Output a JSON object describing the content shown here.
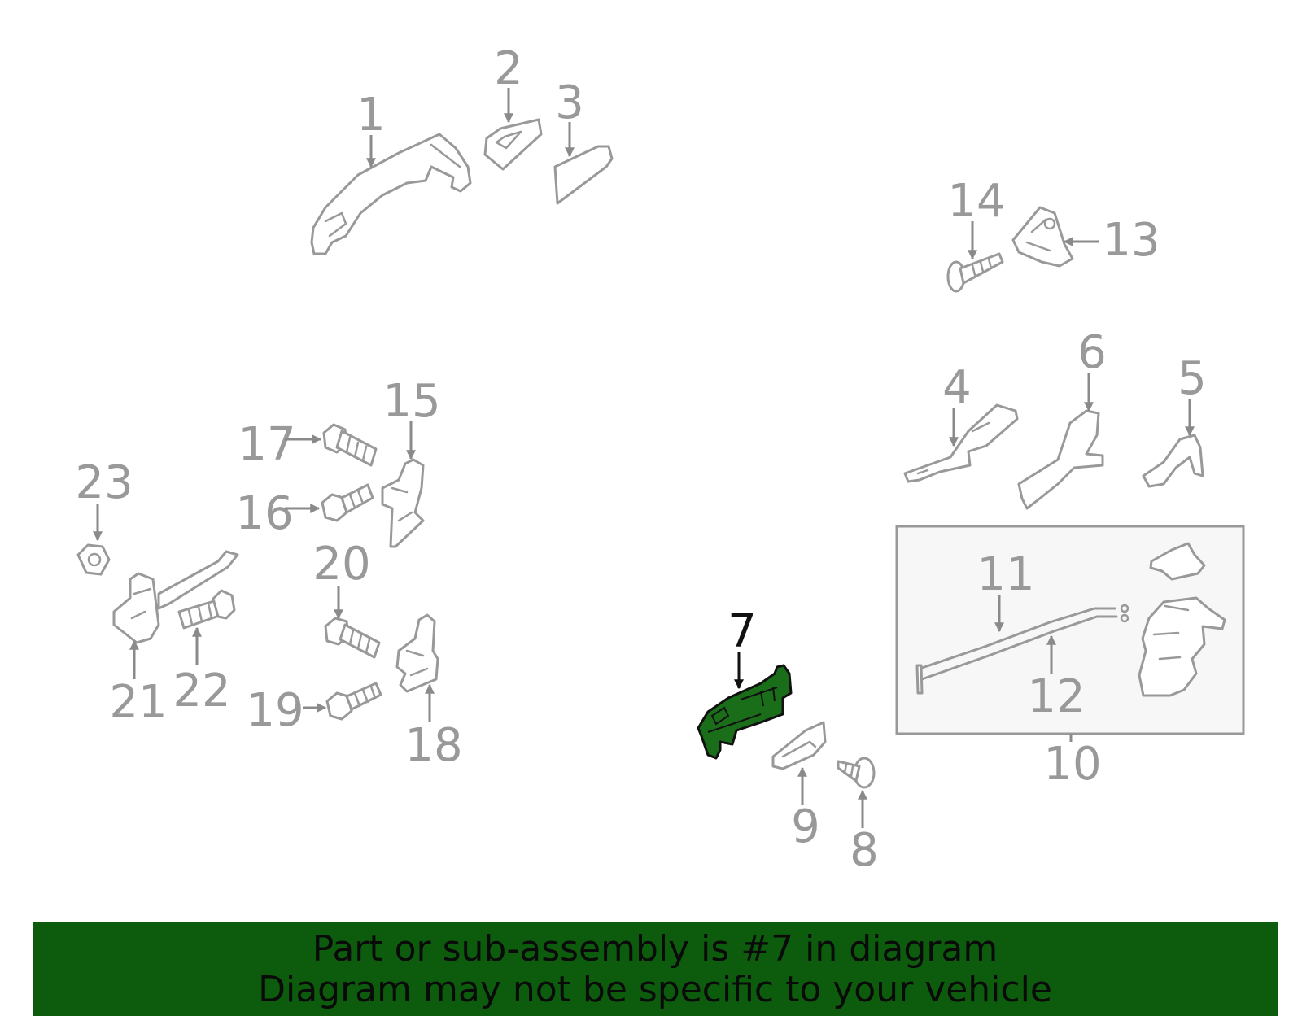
{
  "colors": {
    "highlight_fill": "#1a6e1a",
    "part_stroke": "#999999",
    "label_gray": "#999999",
    "banner_bg": "#0d5c0d",
    "subassembly_box_fill": "#f7f7f7"
  },
  "callouts": {
    "c1": "1",
    "c2": "2",
    "c3": "3",
    "c4": "4",
    "c5": "5",
    "c6": "6",
    "c7": "7",
    "c8": "8",
    "c9": "9",
    "c10": "10",
    "c11": "11",
    "c12": "12",
    "c13": "13",
    "c14": "14",
    "c15": "15",
    "c16": "16",
    "c17": "17",
    "c18": "18",
    "c19": "19",
    "c20": "20",
    "c21": "21",
    "c22": "22",
    "c23": "23"
  },
  "highlighted_part": "7",
  "banner": {
    "line1": "Part or sub-assembly is #7 in diagram",
    "line2": "Diagram may not be specific to your vehicle"
  }
}
